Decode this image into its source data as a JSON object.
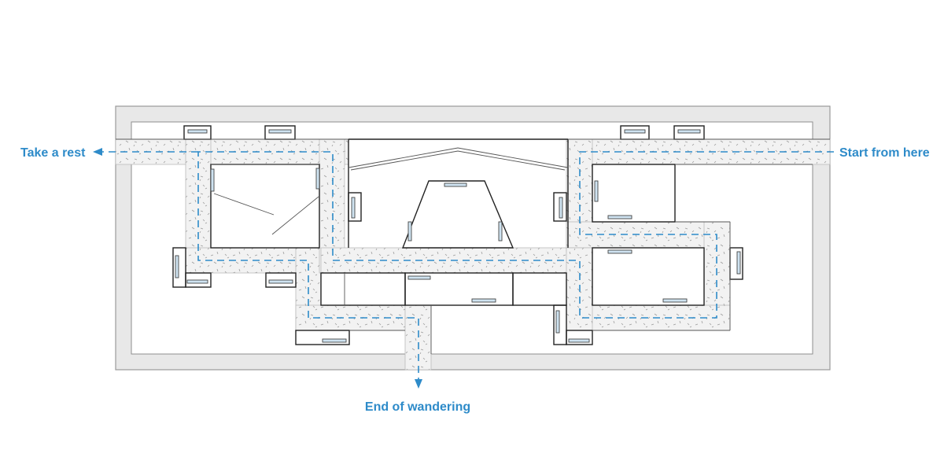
{
  "labels": {
    "start": "Start from here",
    "rest": "Take a rest",
    "end": "End of wandering"
  },
  "colors": {
    "accent": "#2e8bc9",
    "corridor": "#efefef",
    "frame": "#e6e6e6",
    "window": "#cfe3f1"
  }
}
